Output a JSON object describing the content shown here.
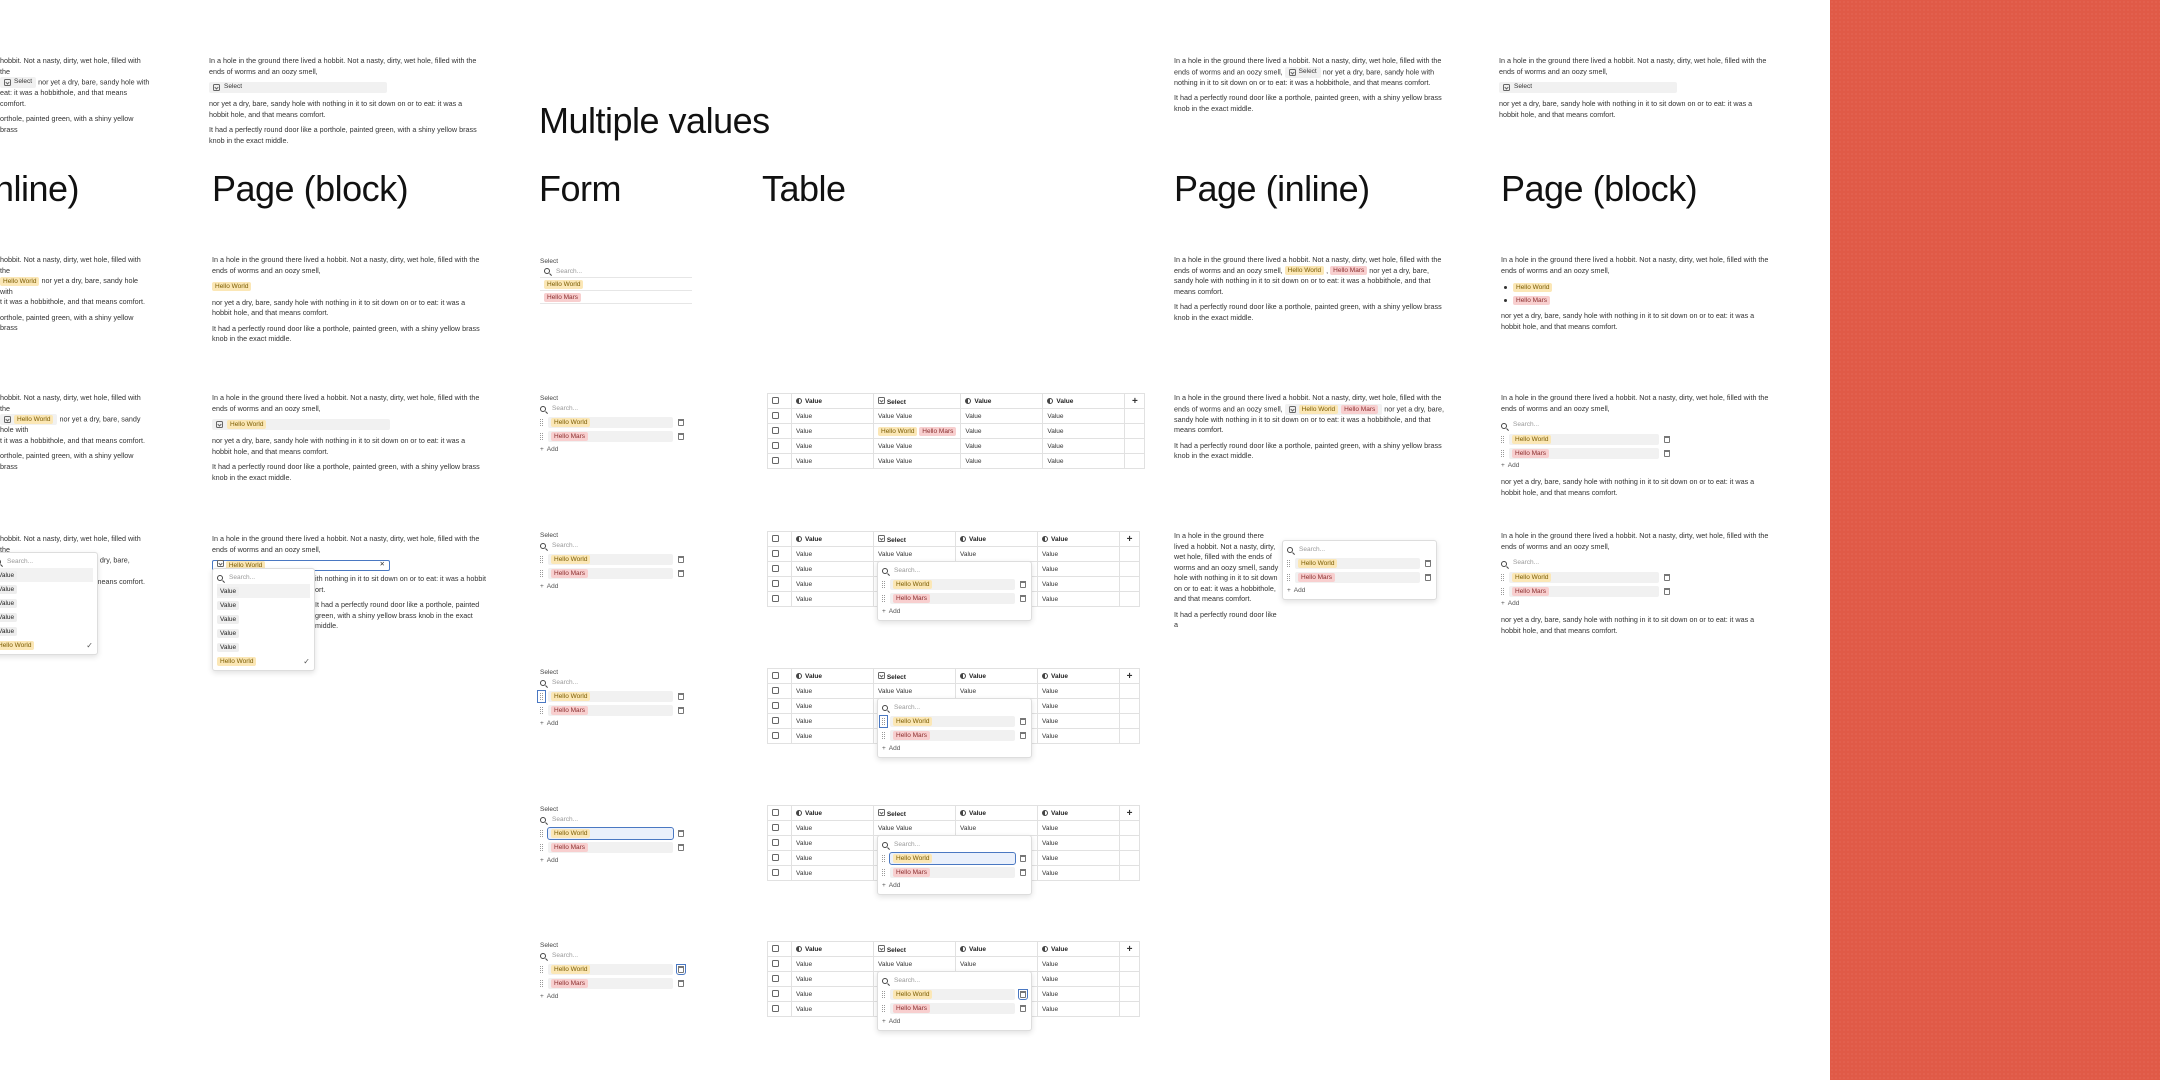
{
  "headings": {
    "multiple_values": "Multiple values",
    "page_inline_left": "nline)",
    "page_block_left": "Page (block)",
    "form": "Form",
    "table": "Table",
    "page_inline": "Page (inline)",
    "page_block": "Page (block)"
  },
  "text": {
    "intro": "In a hole in the ground there lived a hobbit. Not a nasty, dirty, wet hole, filled with the ends of worms and an oozy smell,",
    "intro_short": "In a hole in the ground there lived a hobbit. Not a nasty, dirty, wet hole, filled with the ends of worms and an oozy smell,",
    "cut_intro": "hobbit. Not a nasty, dirty, wet hole, filled with the",
    "cut_line2": "nor yet a dry, bare, sandy hole with",
    "cut_line3": "eat: it was a hobbithole, and that means comfort.",
    "cut_line4": "orthole, painted green, with a shiny yellow brass",
    "cut_line3b": "t it was a hobbithole, and that means comfort.",
    "nor_yet": "nor yet a dry, bare, sandy hole with nothing in it to sit down on or to eat: it was a hobbit hole, and that means comfort.",
    "nor_yet_inline": "nor yet a dry, bare, sandy hole with nothing in it to sit down on or to eat: it was a hobbithole, and that means comfort.",
    "round_door": "It had a perfectly round door like a porthole, painted green, with a shiny yellow brass knob in the exact middle.",
    "round_door_short": "It had a perfectly round door like a porthole, painted green, with a shiny yellow brass knob in the exact middle.",
    "cut_round": "It had a perfectly round door like a",
    "cut_mid": "ends of worms and an oozy smell,",
    "cut_sandy": "sandy hole with nothing in it to sit down on or to eat: it was a hobbithole, and that means comfort.",
    "cut_rt1": "ith nothing in it to sit down on or to eat: it was a hobbit",
    "cut_rt2": "ort."
  },
  "labels": {
    "select": "Select",
    "search": "Search...",
    "add": "Add",
    "value": "Value",
    "hello_world": "Hello World",
    "hello_mars": "Hello Mars",
    "plus": "+"
  },
  "colors": {
    "canvas_red": "#e05a47",
    "chip_yellow": "#fbe7b6",
    "chip_red": "#f8cfcf",
    "focus_blue": "#4a78c2"
  }
}
